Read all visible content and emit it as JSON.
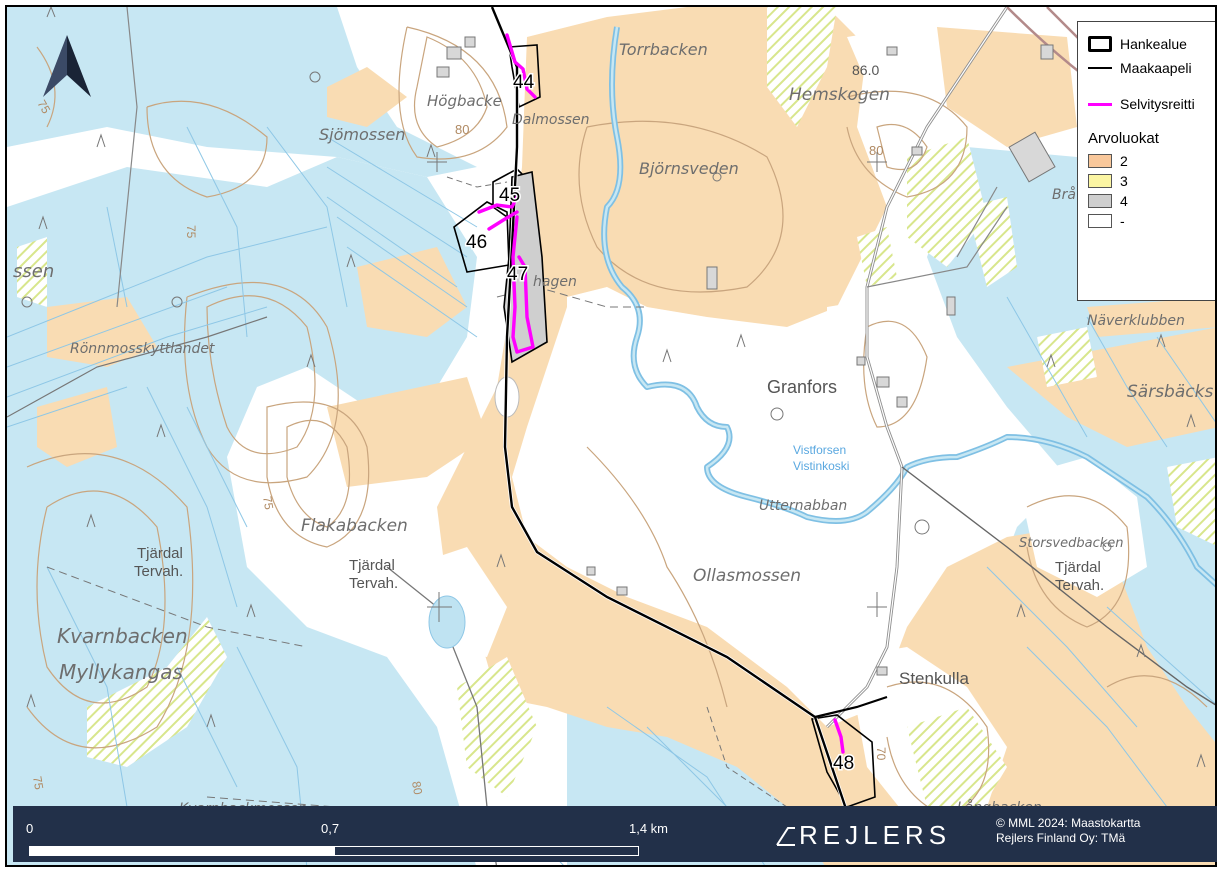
{
  "map": {
    "place_labels": {
      "torrbacken": "Torrbacken",
      "hogbacken": "Högbacke",
      "dalmossen": "Dalmossen",
      "hemskogen": "Hemskogen",
      "bjornsveden": "Björnsveden",
      "sjomossen": "Sjömossen",
      "ssen": "ssen",
      "hagen": "hagen",
      "ronnmosskyttlandet": "Rönnmosskyttlandet",
      "granfors": "Granfors",
      "vistforsen": "Vistforsen",
      "vistinkoski": "Vistinkoski",
      "utternabban": "Utternabban",
      "flakabacken": "Flakabacken",
      "tjardal1": "Tjärdal",
      "tervah1": "Tervah.",
      "tjardal2": "Tjärdal",
      "tervah2": "Tervah.",
      "tjardal3": "Tjärdal",
      "tervah3": "Tervah.",
      "ollasmossen": "Ollasmossen",
      "storsvedbacken": "Storsvedbacken",
      "stenkulla": "Stenkulla",
      "kvarnbacken": "Kvarnbacken",
      "myllykangas": "Myllykangas",
      "kvarnbackmossen": "Kvarnbackmossen",
      "naverklubben": "Näverklubben",
      "sarsbacks": "Särsbäcks",
      "bra": "Brå",
      "langbacken": "Långbacken"
    },
    "elevations": {
      "e86": "86.0",
      "e80a": "80",
      "e80b": "80",
      "e75a": "75",
      "e75b": "75",
      "e75c": "75",
      "e75d": "75",
      "e70": "70",
      "e80c": "80"
    },
    "area_numbers": [
      "44",
      "45",
      "46",
      "47",
      "48"
    ],
    "colors": {
      "field": "#f9dcb3",
      "water": "#c4e6f2",
      "river": "#8ec7e6",
      "route": "#ff00ff",
      "class_4": "#cfcfcf",
      "hatch": "#e0ec9a"
    }
  },
  "legend": {
    "items": [
      {
        "label": "Hankealue",
        "symbol": "polygon-outline"
      },
      {
        "label": "Maakaapeli",
        "symbol": "black-line"
      },
      {
        "label": "Selvitysreitti",
        "symbol": "magenta-line",
        "color": "#ff00ff"
      }
    ],
    "class_title": "Arvoluokat",
    "classes": [
      {
        "label": "2",
        "color": "#f9c89b"
      },
      {
        "label": "3",
        "color": "#fbf5a3"
      },
      {
        "label": "4",
        "color": "#cfcfcf"
      },
      {
        "label": "-",
        "color": "#ffffff"
      }
    ]
  },
  "footer": {
    "scale_labels": [
      "0",
      "0,7",
      "1,4 km"
    ],
    "brand": "REJLERS",
    "credit_line1": "© MML 2024: Maastokartta",
    "credit_line2": "Rejlers Finland Oy: TMä"
  }
}
